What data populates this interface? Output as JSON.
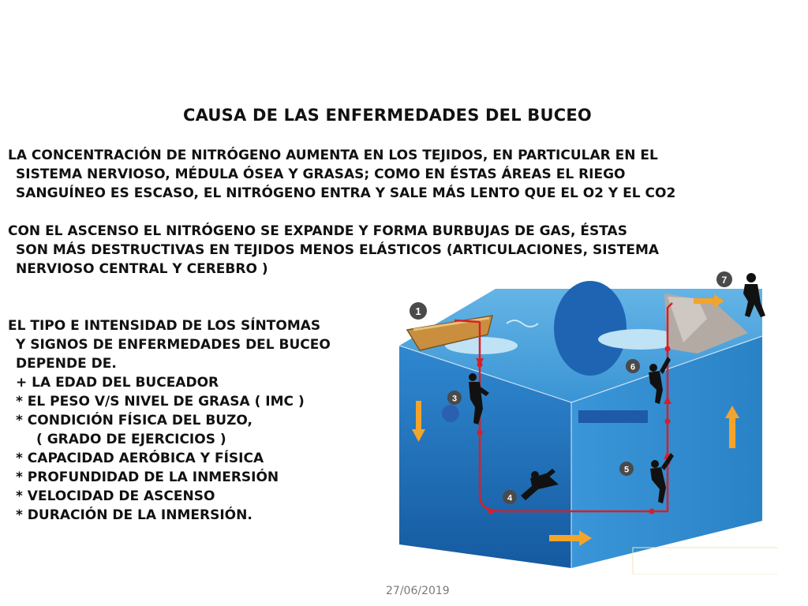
{
  "slide": {
    "title": "CAUSA DE LAS ENFERMEDADES DEL BUCEO",
    "paragraph1": [
      "LA CONCENTRACIÓN DE NITRÓGENO AUMENTA EN LOS TEJIDOS, EN PARTICULAR EN EL",
      "SISTEMA NERVIOSO, MÉDULA ÓSEA Y GRASAS; COMO EN ÉSTAS ÁREAS EL RIEGO",
      "SANGUÍNEO ES ESCASO, EL NITRÓGENO ENTRA Y SALE MÁS LENTO QUE EL O2 Y EL CO2"
    ],
    "paragraph2": [
      "CON EL ASCENSO EL NITRÓGENO SE EXPANDE Y FORMA BURBUJAS DE GAS, ÉSTAS",
      "SON MÁS DESTRUCTIVAS EN TEJIDOS MENOS ELÁSTICOS (ARTICULACIONES, SISTEMA",
      "NERVIOSO CENTRAL Y CEREBRO )"
    ],
    "paragraph3": [
      "EL TIPO E INTENSIDAD DE LOS SÍNTOMAS",
      "Y SIGNOS DE ENFERMEDADES DEL BUCEO",
      "DEPENDE DE.",
      "+ LA EDAD DEL BUCEADOR",
      "* EL PESO V/S NIVEL DE GRASA ( IMC )",
      "* CONDICIÓN FÍSICA DEL BUZO,",
      "( GRADO DE EJERCICIOS )",
      "* CAPACIDAD AERÓBICA Y  FÍSICA",
      "* PROFUNDIDAD DE LA INMERSIÓN",
      "* VELOCIDAD DE ASCENSO",
      "* DURACIÓN DE LA INMERSIÓN."
    ]
  },
  "illustration": {
    "badges": [
      "1",
      "3",
      "4",
      "5",
      "6",
      "7"
    ],
    "colors": {
      "water_top": "#3f9ad8",
      "water_front": "#1f6fb7",
      "water_side": "#2a8ed3",
      "path_red": "#d91f26",
      "arrow_orange": "#f4a42a",
      "badge_fill": "#4a4a4a"
    }
  },
  "footer": {
    "date": "27/06/2019"
  }
}
